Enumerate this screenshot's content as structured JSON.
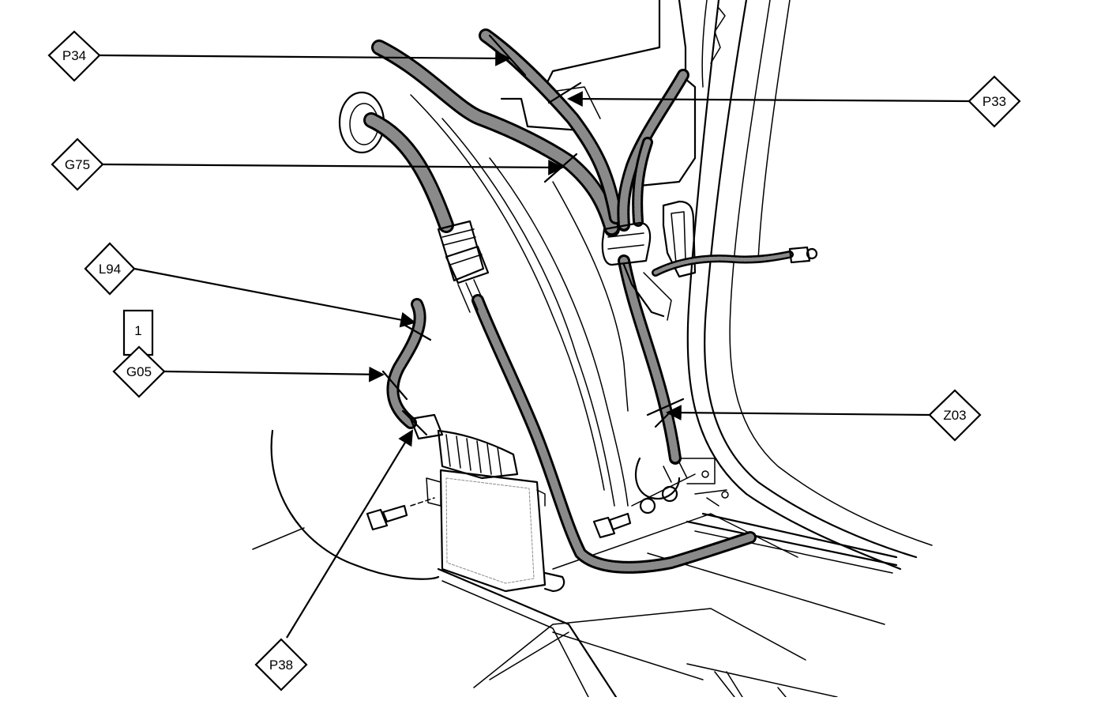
{
  "callouts": [
    {
      "id": "p34",
      "label": "P34"
    },
    {
      "id": "p33",
      "label": "P33"
    },
    {
      "id": "g75",
      "label": "G75"
    },
    {
      "id": "l94",
      "label": "L94"
    },
    {
      "id": "g05",
      "label": "G05",
      "badge": "1"
    },
    {
      "id": "z03",
      "label": "Z03"
    },
    {
      "id": "p38",
      "label": "P38"
    }
  ],
  "colors": {
    "line": "#000000",
    "harness_fill": "#8a8a8a",
    "background": "#ffffff"
  }
}
